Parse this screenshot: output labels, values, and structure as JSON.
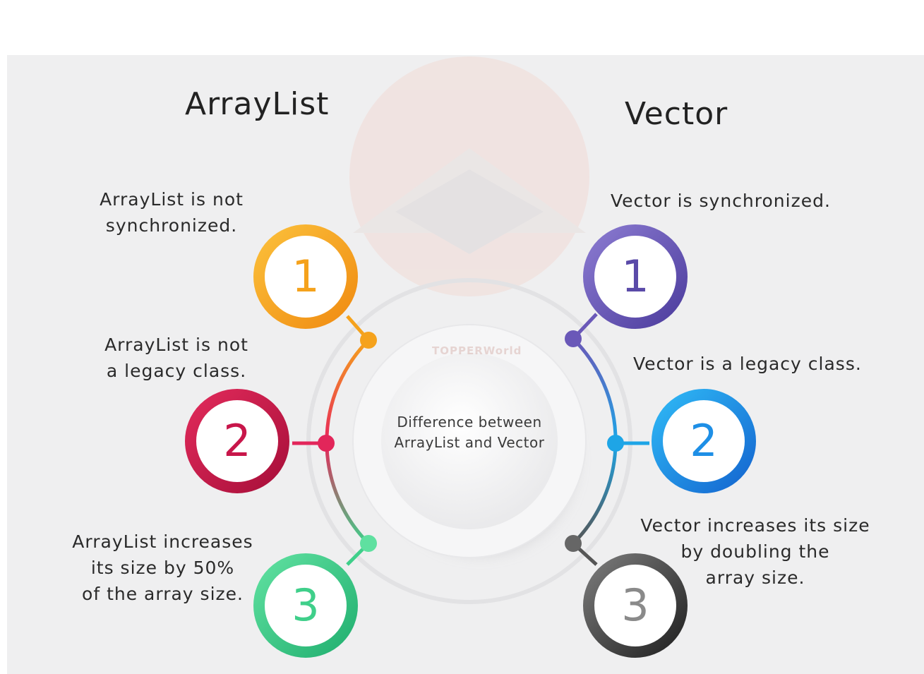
{
  "titles": {
    "left": "ArrayList",
    "right": "Vector"
  },
  "center": {
    "line1": "Difference between",
    "line2": "ArrayList and Vector"
  },
  "watermark": "TOPPERWorld",
  "left_items": [
    {
      "number": "1",
      "lines": [
        "ArrayList is not",
        "synchronized."
      ],
      "color": "#f5a21c"
    },
    {
      "number": "2",
      "lines": [
        "ArrayList is not",
        "a legacy class."
      ],
      "color": "#c8164a"
    },
    {
      "number": "3",
      "lines": [
        "ArrayList increases",
        "its size by 50%",
        "of the array size."
      ],
      "color": "#3fcf8a"
    }
  ],
  "right_items": [
    {
      "number": "1",
      "lines": [
        "Vector is synchronized."
      ],
      "color": "#6a58b8"
    },
    {
      "number": "2",
      "lines": [
        "Vector is a legacy class."
      ],
      "color": "#1e8fe6"
    },
    {
      "number": "3",
      "lines": [
        "Vector increases its size",
        "by doubling the",
        "array size."
      ],
      "color": "#4a4a4a"
    }
  ]
}
